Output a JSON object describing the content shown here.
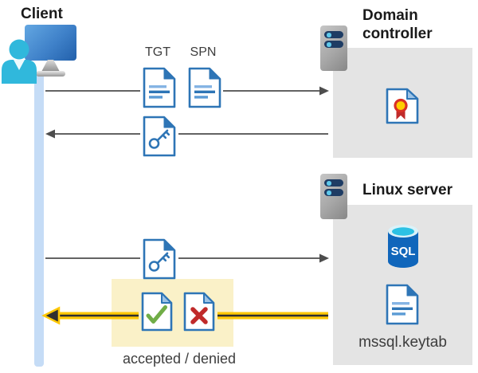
{
  "diagram": {
    "client": {
      "label": "Client"
    },
    "tickets": {
      "tgt_label": "TGT",
      "spn_label": "SPN"
    },
    "domain_controller": {
      "label": "Domain controller"
    },
    "linux_server": {
      "label": "Linux server",
      "sql_badge": "SQL",
      "keytab_label": "mssql.keytab"
    },
    "result": {
      "label": "accepted / denied"
    }
  },
  "icons": {
    "client": "person-at-monitor-icon",
    "domain_controller": "server-icon",
    "linux_server": "server-icon",
    "tgt": "document-icon",
    "spn": "document-icon",
    "session_key": "key-document-icon",
    "certificate": "certificate-document-icon",
    "sql": "sql-database-icon",
    "keytab": "document-icon",
    "accepted": "check-document-icon",
    "denied": "x-document-icon"
  },
  "colors": {
    "doc_blue": "#2e75b6",
    "fold_light_blue": "#9dc3e6",
    "lifeline_blue": "#c5dcf6",
    "box_gray": "#e4e4e4",
    "highlight_yellow": "#faf1c8",
    "arrow_gray": "#4d4d4d",
    "arrow_yellow": "#ffc805",
    "check_green": "#70ad47",
    "deny_red": "#c02a2a",
    "sql_blue": "#1066bb",
    "sql_cyan": "#2cc1e4",
    "server_navy": "#1e3c64",
    "server_dot_cyan": "#5fc9eb"
  }
}
